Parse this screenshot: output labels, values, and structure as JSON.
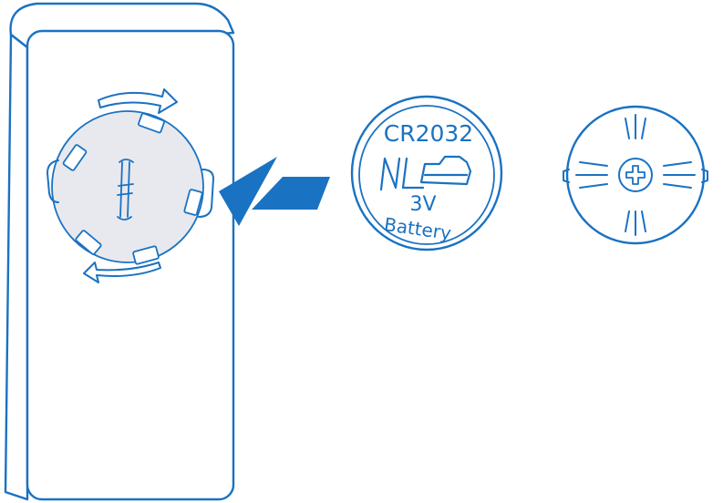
{
  "colors": {
    "outline": "#1a72c2",
    "accent": "#1a72c2",
    "compartment_fill": "#e8e9ee",
    "background": "#ffffff"
  },
  "battery": {
    "model": "CR2032",
    "voltage": "3V",
    "label": "Battery",
    "logo_icon": "n-battery-logo-icon"
  },
  "icons": [
    "rotate-arrow-top-icon",
    "rotate-arrow-bottom-icon",
    "insert-arrow-icon",
    "screw-cross-icon"
  ]
}
